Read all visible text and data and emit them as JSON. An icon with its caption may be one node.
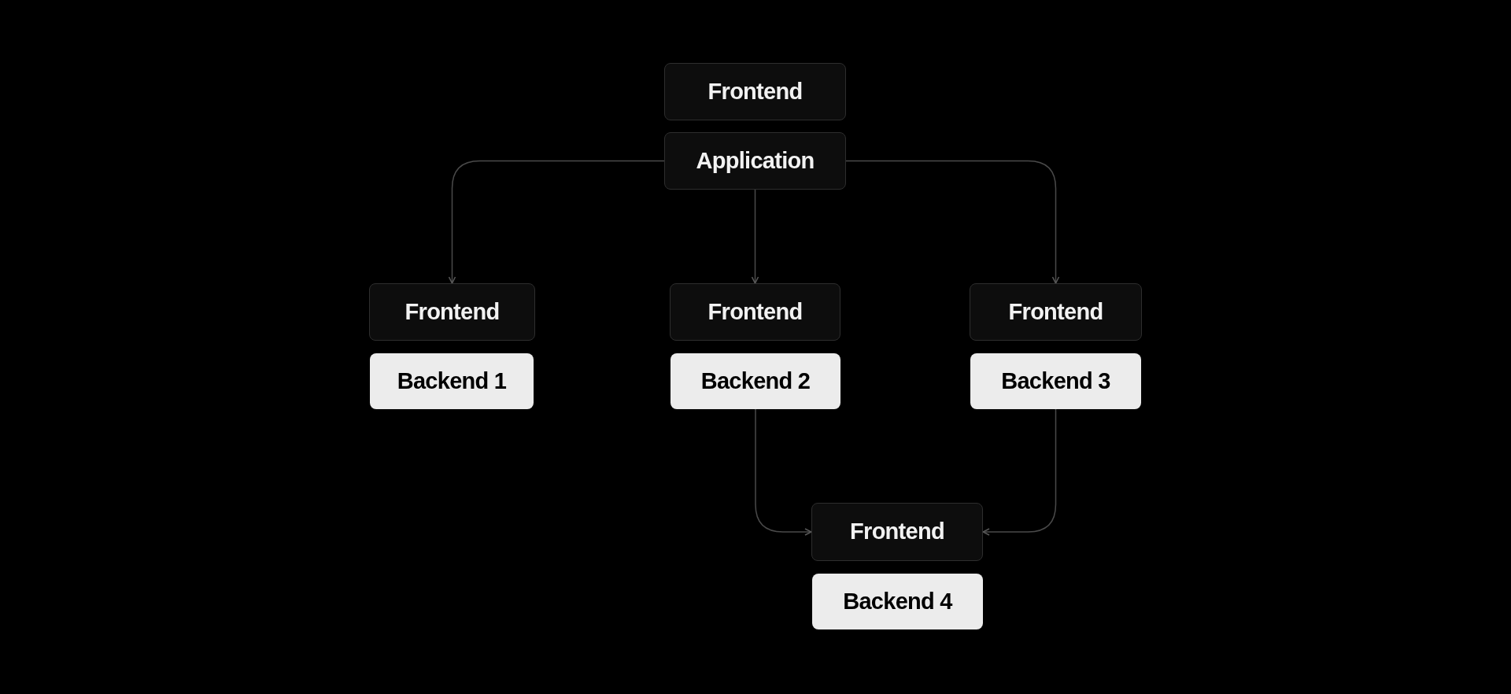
{
  "diagram": {
    "nodes": [
      {
        "text": [
          "Frontend"
        ]
      },
      {
        "text": [
          "Application"
        ]
      },
      {
        "text": [
          "Frontend"
        ]
      },
      {
        "text": [
          "Backend 1"
        ]
      },
      {
        "text": [
          "Frontend"
        ]
      },
      {
        "text": [
          "Backend 2"
        ]
      },
      {
        "text": [
          "Frontend"
        ]
      },
      {
        "text": [
          "Backend 3"
        ]
      },
      {
        "text": [
          "Frontend"
        ]
      },
      {
        "text": [
          "Backend 4"
        ]
      }
    ],
    "edges": [
      {
        "from": 1,
        "to": 2,
        "arrow": "to"
      },
      {
        "from": 1,
        "to": 4,
        "arrow": "to"
      },
      {
        "from": 1,
        "to": 6,
        "arrow": "to"
      },
      {
        "from": 5,
        "to": 8,
        "arrow": "to"
      },
      {
        "from": 7,
        "to": 8,
        "arrow": "to"
      }
    ]
  }
}
